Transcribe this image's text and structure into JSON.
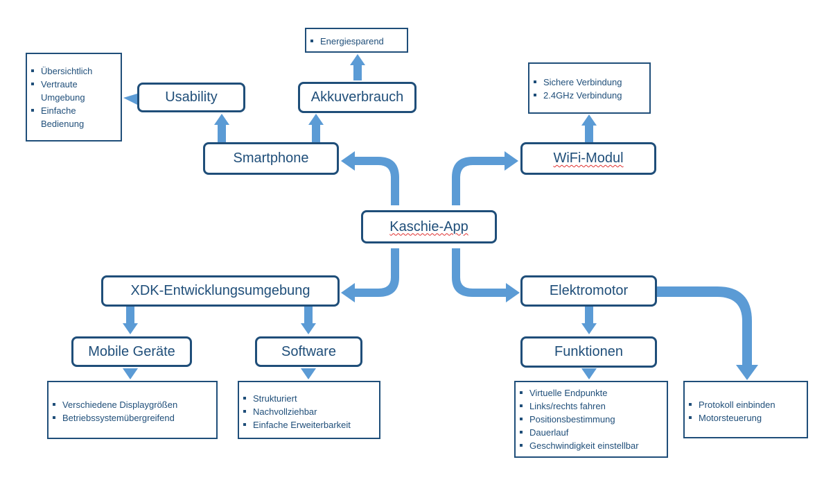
{
  "nodes": {
    "kaschie_app": "Kaschie-App",
    "smartphone": "Smartphone",
    "wifi_modul": "WiFi-Modul",
    "usability": "Usability",
    "akkuverbrauch": "Akkuverbrauch",
    "xdk": "XDK-Entwicklungsumgebung",
    "elektromotor": "Elektromotor",
    "mobile_geraete": "Mobile Geräte",
    "software": "Software",
    "funktionen": "Funktionen"
  },
  "lists": {
    "energie": [
      "Energiesparend"
    ],
    "usability": [
      "Übersichtlich",
      "Vertraute Umgebung",
      "Einfache Bedienung"
    ],
    "wifi": [
      "Sichere Verbindung",
      "2.4GHz Verbindung"
    ],
    "mobile": [
      "Verschiedene Displaygrößen",
      "Betriebssystemübergreifend"
    ],
    "software": [
      "Strukturiert",
      "Nachvollziehbar",
      "Einfache Erweiterbarkeit"
    ],
    "funktionen": [
      "Virtuelle Endpunkte",
      "Links/rechts fahren",
      "Positionsbestimmung",
      "Dauerlauf",
      "Geschwindigkeit einstellbar"
    ],
    "protokoll": [
      "Protokoll einbinden",
      "Motorsteuerung"
    ]
  },
  "colors": {
    "border": "#1f4e79",
    "arrow": "#5b9bd5",
    "text": "#1f4e79",
    "spellcheck": "#e03030"
  }
}
